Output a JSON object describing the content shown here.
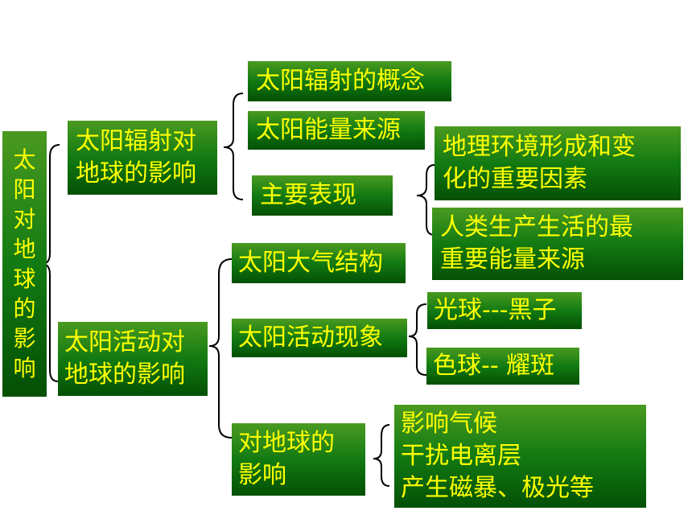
{
  "root": {
    "label": "太阳对地球的影响"
  },
  "radiation": {
    "label": [
      "太阳辐射对",
      "地球的影响"
    ],
    "children": [
      "太阳辐射的概念",
      "太阳能量来源",
      "主要表现"
    ],
    "effects": [
      [
        "地理环境形成和变",
        "化的重要因素"
      ],
      [
        "人类生产生活的最",
        "重要能量来源"
      ]
    ]
  },
  "activity": {
    "label": [
      "太阳活动对",
      "地球的影响"
    ],
    "children": [
      "太阳大气结构",
      "太阳活动现象",
      [
        "对地球的",
        "影响"
      ]
    ],
    "phenomena": [
      "光球---黑子",
      "色球-- 耀斑"
    ],
    "effects": [
      "影响气候",
      "干扰电离层",
      "产生磁暴、极光等"
    ]
  },
  "colors": {
    "box_dark": "#045004",
    "box_light": "#4a9a20",
    "text": "#ffff00",
    "bracket": "#000000"
  }
}
